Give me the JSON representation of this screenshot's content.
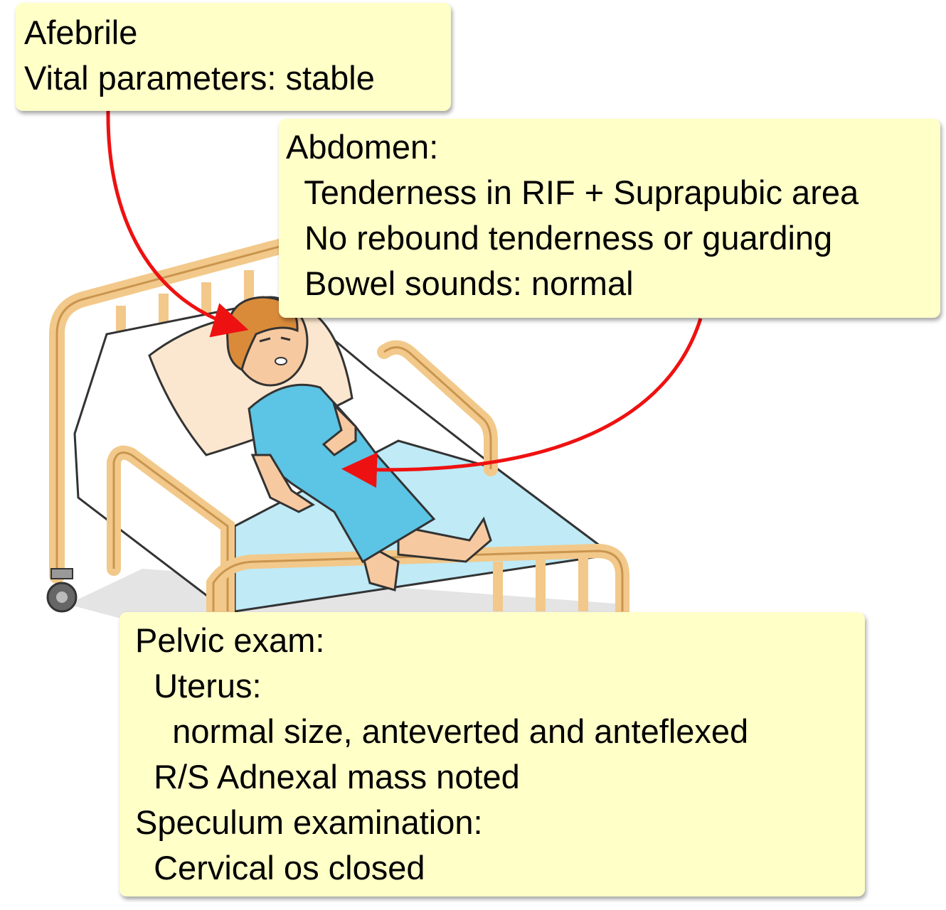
{
  "colors": {
    "note_fill": "#ffffc8",
    "arrow": "#ee1111",
    "bed_frame": "#f2c98a",
    "gown": "#5cc4e4",
    "skin": "#f7c9a0",
    "hair": "#d98b3a",
    "sheet": "#bfeaf6"
  },
  "notes": {
    "vitals": {
      "lines": [
        "Afebrile",
        "Vital parameters: stable"
      ]
    },
    "abdomen": {
      "lines": [
        "Abdomen:",
        "  Tenderness in RIF + Suprapubic area",
        "  No rebound tenderness or guarding",
        "  Bowel sounds: normal"
      ]
    },
    "pelvic": {
      "lines": [
        "Pelvic exam:",
        "  Uterus:",
        "    normal size, anteverted and anteflexed",
        "  R/S Adnexal mass noted",
        "Speculum examination:",
        "  Cervical os closed"
      ]
    }
  }
}
